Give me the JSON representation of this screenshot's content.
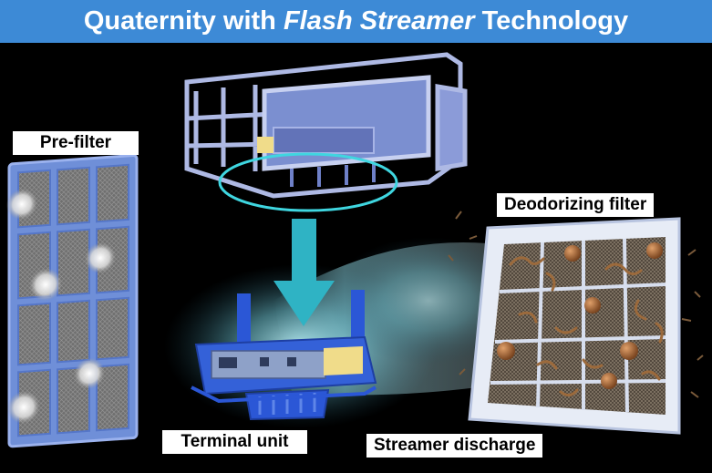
{
  "title": {
    "part1": "Quaternity with ",
    "part2": "Flash Streamer",
    "part3": " Technology"
  },
  "labels": {
    "prefilter": "Pre-filter",
    "deodorizing": "Deodorizing filter",
    "terminal": "Terminal unit",
    "streamer": "Streamer discharge"
  },
  "colors": {
    "title_bg": "#3d8ad6",
    "frame_blue": "#7b93d6",
    "arrow_teal": "#2fb3c4",
    "ellipse_cyan": "#3fd6e0",
    "tab_yellow": "#f0dc8a"
  }
}
